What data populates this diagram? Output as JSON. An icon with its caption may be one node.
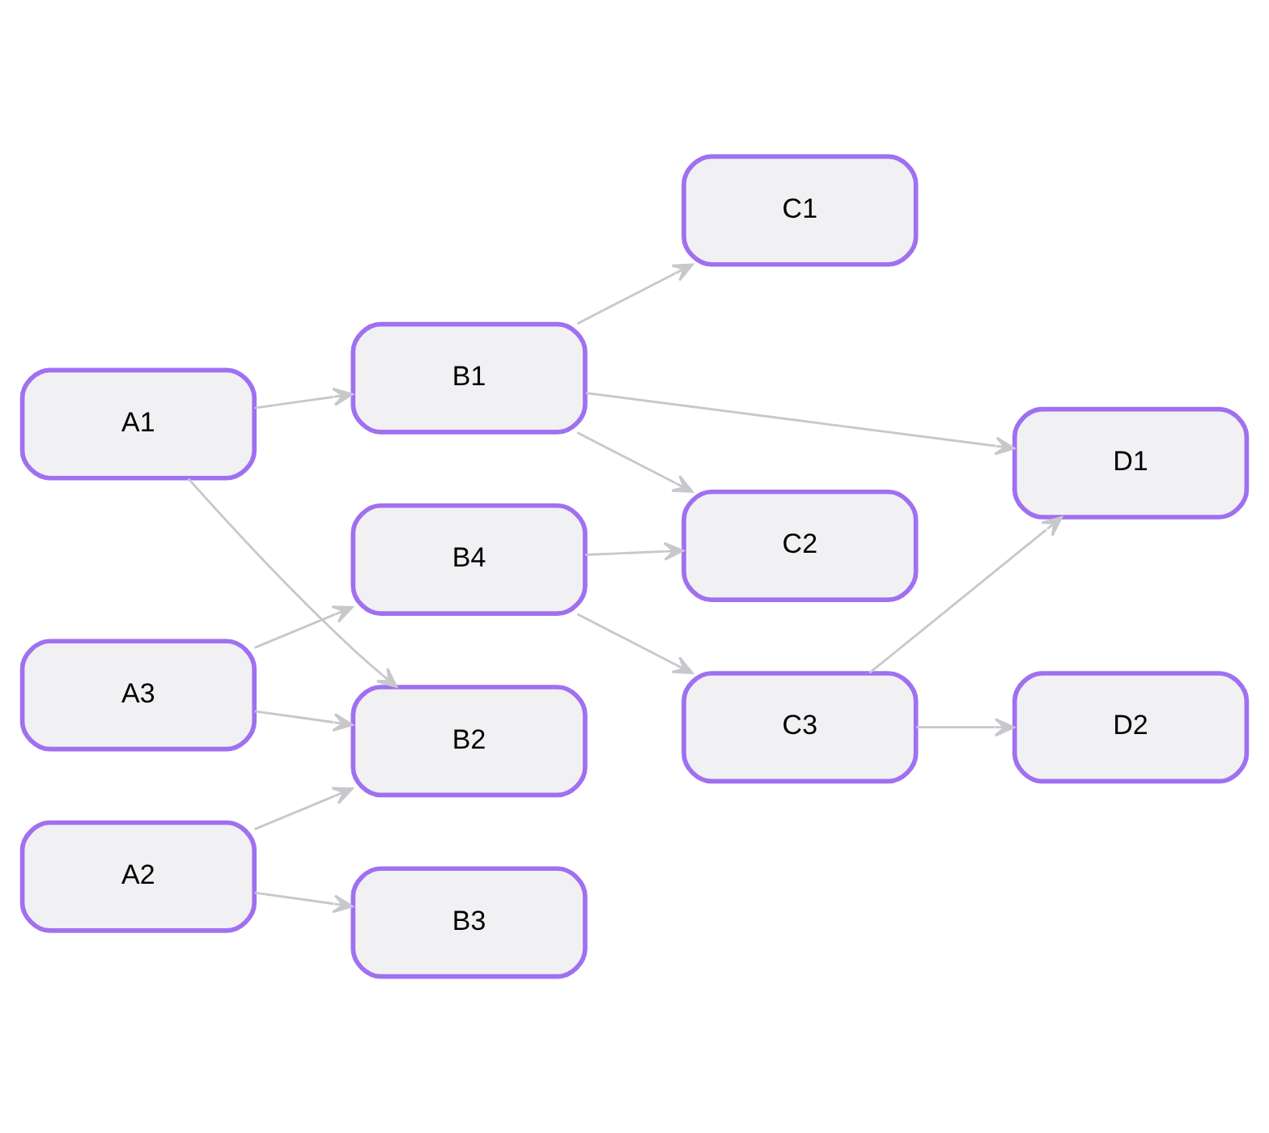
{
  "diagram": {
    "nodes": [
      {
        "text": [
          "A1"
        ]
      },
      {
        "text": [
          "B1"
        ]
      },
      {
        "text": [
          "C1"
        ]
      },
      {
        "text": [
          "A2"
        ]
      },
      {
        "text": [
          "B2"
        ]
      },
      {
        "text": [
          "C2"
        ]
      },
      {
        "text": [
          "B3"
        ]
      },
      {
        "text": [
          "D1"
        ]
      },
      {
        "text": [
          "A3"
        ]
      },
      {
        "text": [
          "B4"
        ]
      },
      {
        "text": [
          "C3"
        ]
      },
      {
        "text": [
          "D2"
        ]
      }
    ],
    "edges": [
      {
        "from": 0,
        "to": 1,
        "arrow": "to"
      },
      {
        "from": 1,
        "to": 2,
        "arrow": "to"
      },
      {
        "from": 0,
        "to": 4,
        "arrow": "to"
      },
      {
        "from": 3,
        "to": 4,
        "arrow": "to"
      },
      {
        "from": 3,
        "to": 6,
        "arrow": "to"
      },
      {
        "from": 8,
        "to": 4,
        "arrow": "to"
      },
      {
        "from": 8,
        "to": 9,
        "arrow": "to"
      },
      {
        "from": 1,
        "to": 5,
        "arrow": "to"
      },
      {
        "from": 1,
        "to": 7,
        "arrow": "to"
      },
      {
        "from": 9,
        "to": 5,
        "arrow": "to"
      },
      {
        "from": 9,
        "to": 10,
        "arrow": "to"
      },
      {
        "from": 10,
        "to": 7,
        "arrow": "to"
      },
      {
        "from": 10,
        "to": 11,
        "arrow": "to"
      }
    ]
  }
}
